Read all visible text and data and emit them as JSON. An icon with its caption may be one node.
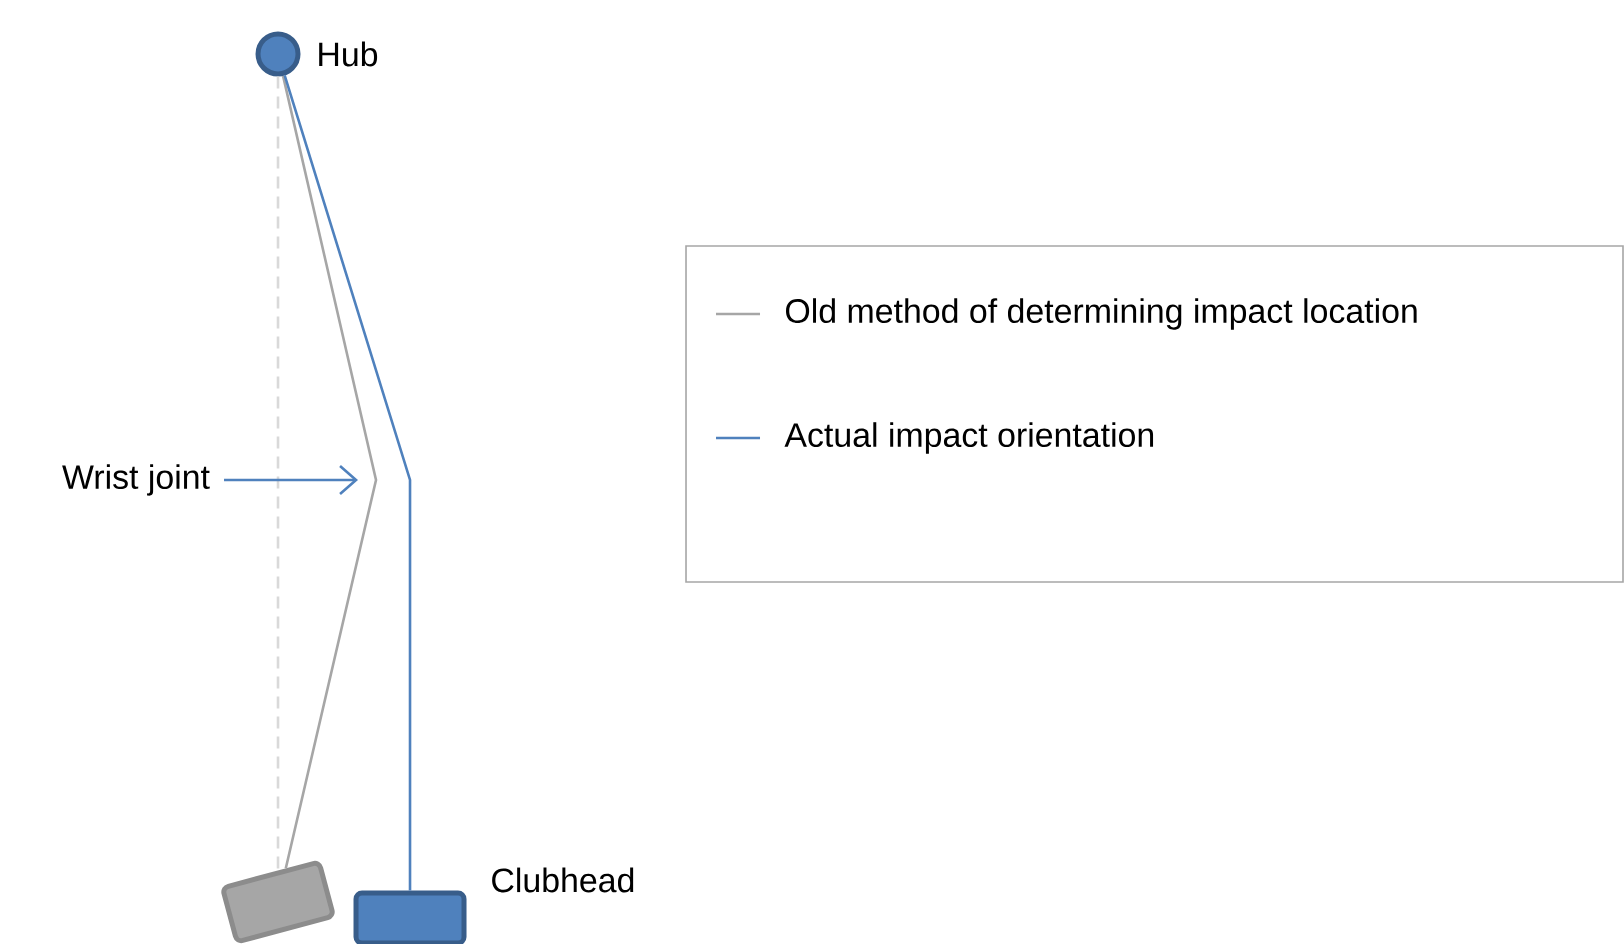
{
  "diagram": {
    "nodes": [
      {
        "text": [],
        "shape": "circle",
        "beside": [
          "Hub"
        ]
      },
      {
        "text": [],
        "shape": "box"
      },
      {
        "text": [],
        "shape": "box",
        "beside": [
          "Clubhead"
        ]
      },
      {
        "text": [
          "Wrist joint"
        ]
      }
    ],
    "edges": [
      {
        "from": 0,
        "to": 1,
        "arrow": "none",
        "color": "#a6a6a6"
      },
      {
        "from": 0,
        "to": 2,
        "arrow": "none"
      },
      {
        "from": 0,
        "to": 1,
        "arrow": "none",
        "style": "dashed",
        "color": "#d9d9d9"
      },
      {
        "from": 3,
        "to": null,
        "arrow": "to"
      }
    ],
    "legend": [
      {
        "text": "Old method of determining impact location"
      },
      {
        "text": "Actual impact orientation"
      }
    ]
  }
}
